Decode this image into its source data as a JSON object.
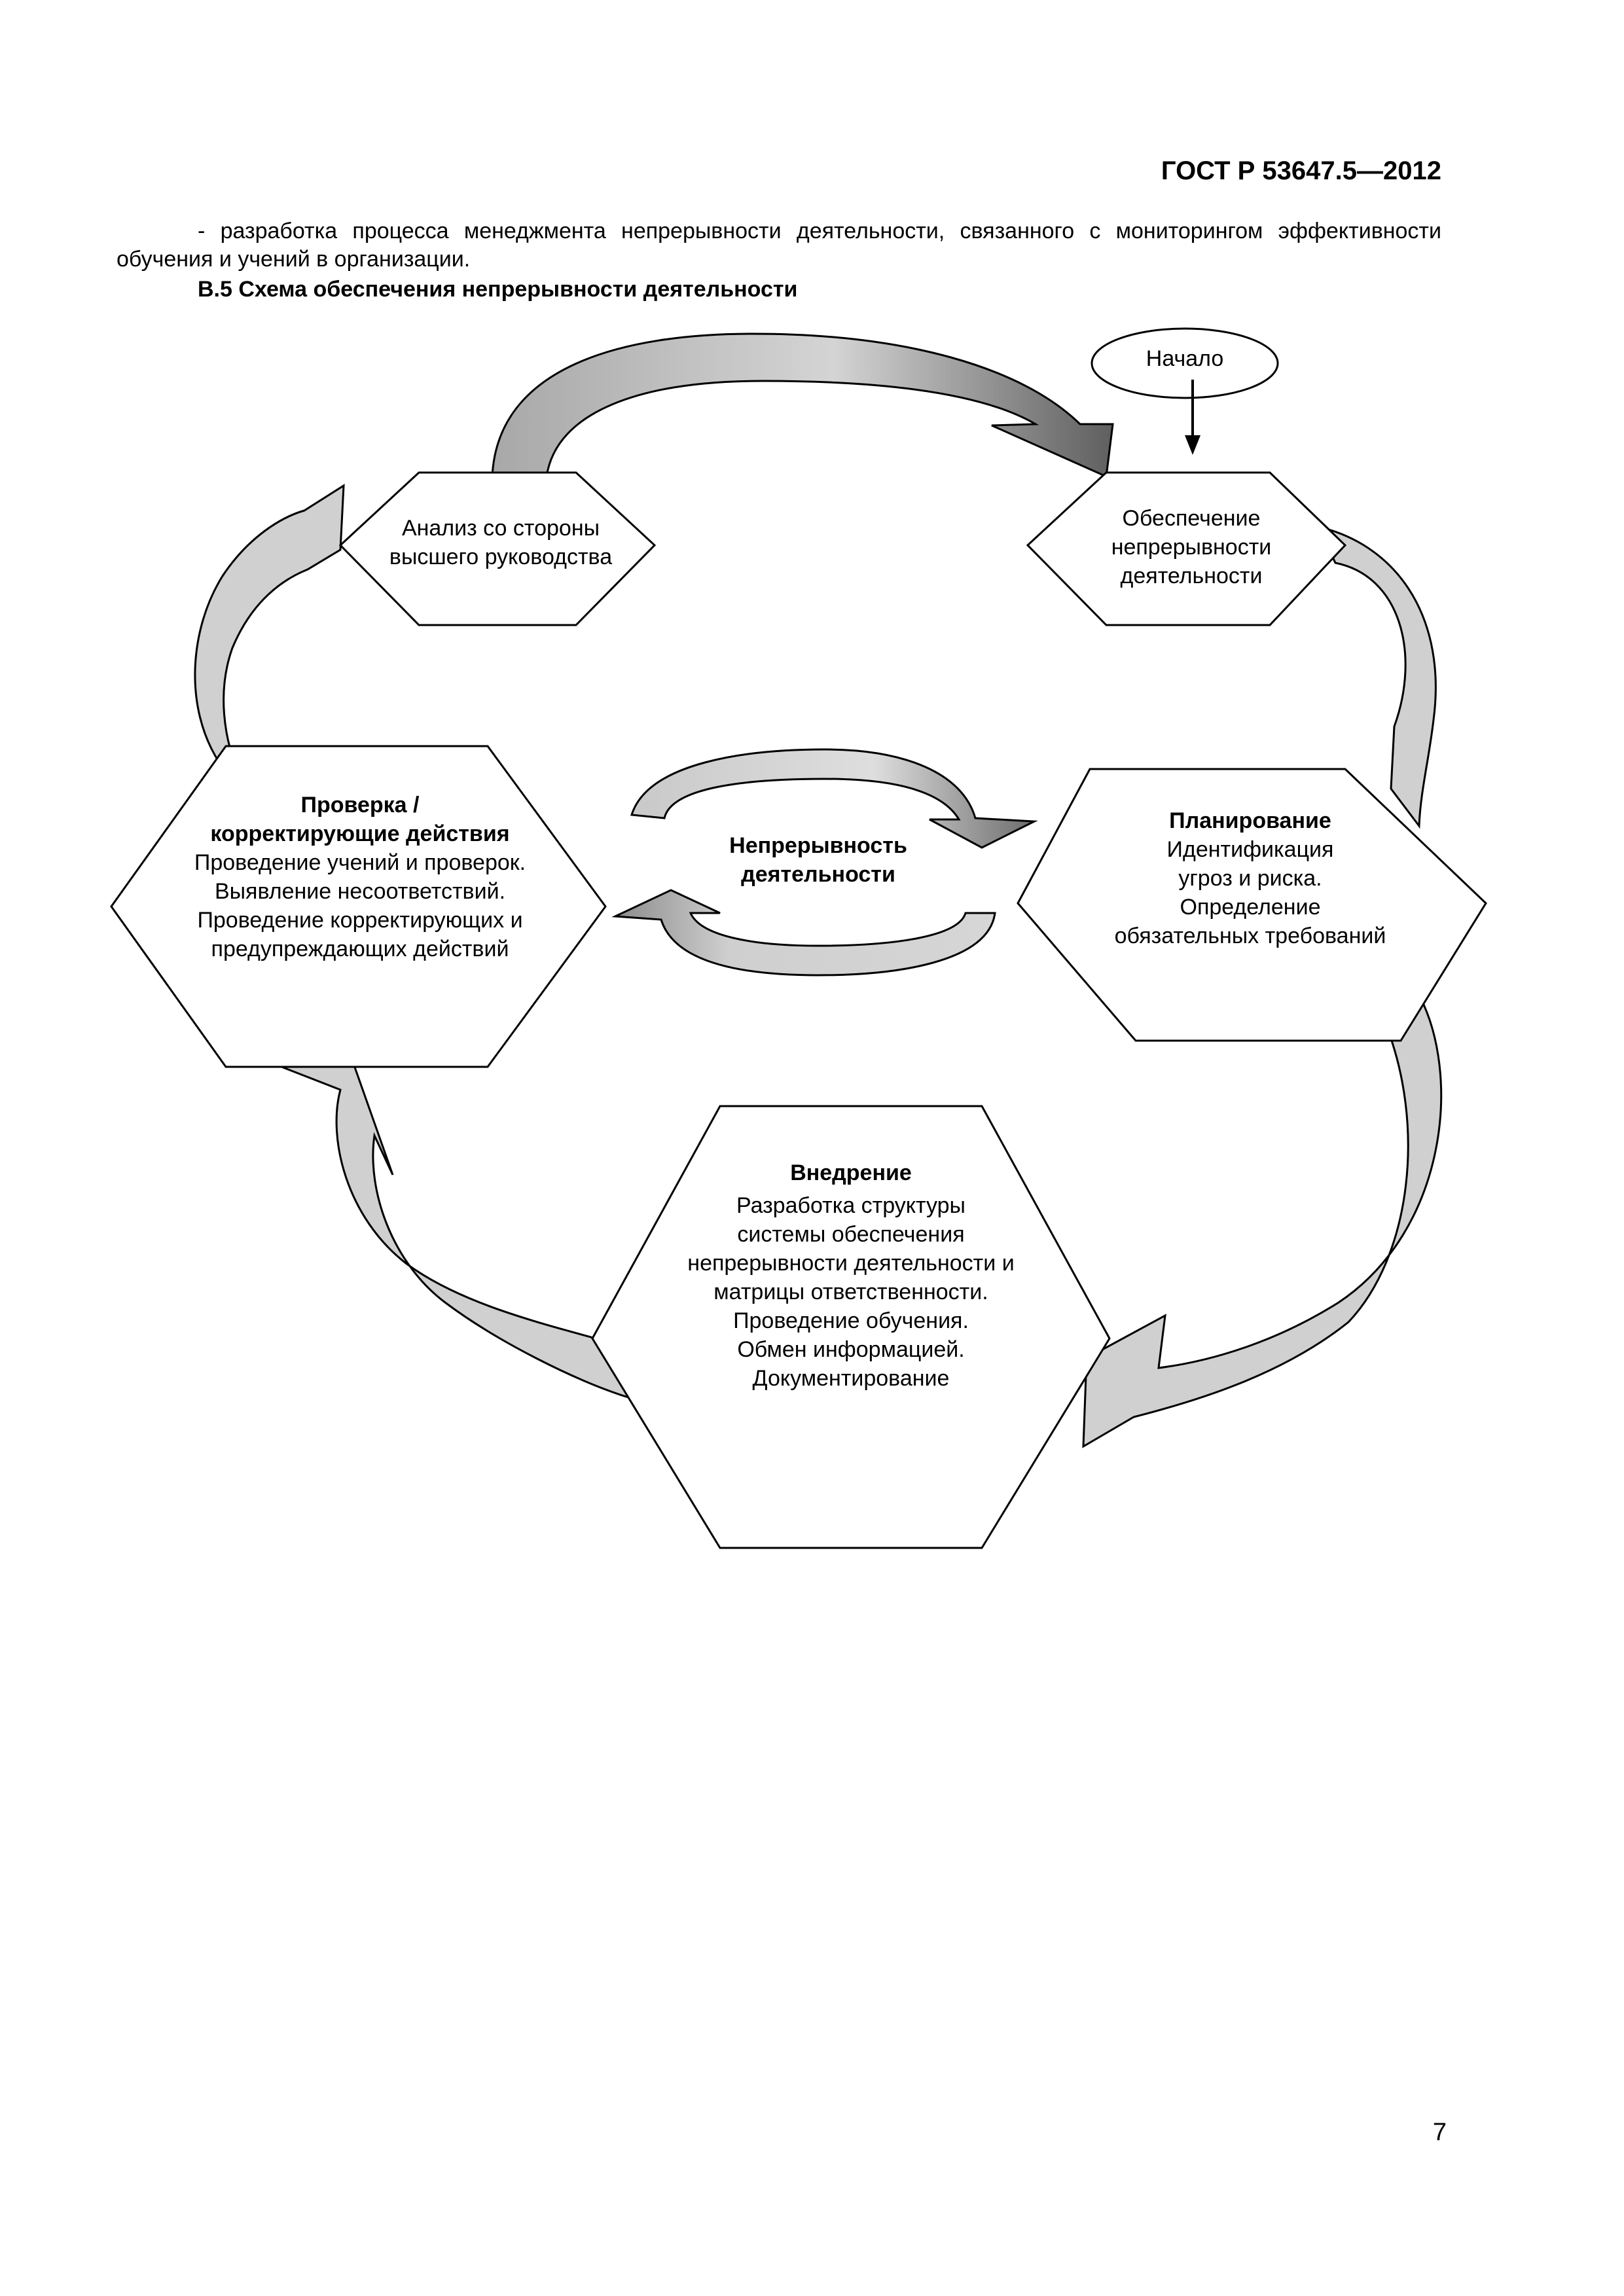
{
  "header": {
    "document_code": "ГОСТ Р 53647.5—2012"
  },
  "intro": {
    "paragraph": "- разработка процесса менеджмента непрерывности деятельности, связанного с мониторингом эффективности обучения и учений в организации."
  },
  "section": {
    "title": "В.5 Схема обеспечения непрерывности деятельности"
  },
  "diagram": {
    "start": {
      "label": "Начало"
    },
    "nodes": {
      "ensuring": {
        "lines": [
          "Обеспечение",
          "непрерывности",
          "деятельности"
        ]
      },
      "management_review": {
        "lines": [
          "Анализ со стороны",
          "высшего руководства"
        ]
      },
      "planning": {
        "title": "Планирование",
        "lines": [
          "Идентификация",
          "угроз и риска.",
          "Определение",
          "обязательных требований"
        ]
      },
      "check": {
        "title_lines": [
          "Проверка /",
          "корректирующие действия"
        ],
        "lines": [
          "Проведение учений и проверок.",
          "Выявление несоответствий.",
          "Проведение корректирующих и",
          "предупреждающих действий"
        ]
      },
      "implementation": {
        "title": "Внедрение",
        "lines": [
          "Разработка структуры",
          "системы обеспечения",
          "непрерывности деятельности и",
          "матрицы ответственности.",
          "Проведение обучения.",
          "Обмен информацией.",
          "Документирование"
        ]
      },
      "center": {
        "lines": [
          "Непрерывность",
          "деятельности"
        ]
      }
    },
    "colors": {
      "arrow_fill_light": "#d0d0d0",
      "arrow_fill_dark": "#6a6a6a",
      "stroke": "#000000"
    }
  },
  "footer": {
    "page_number": "7"
  }
}
